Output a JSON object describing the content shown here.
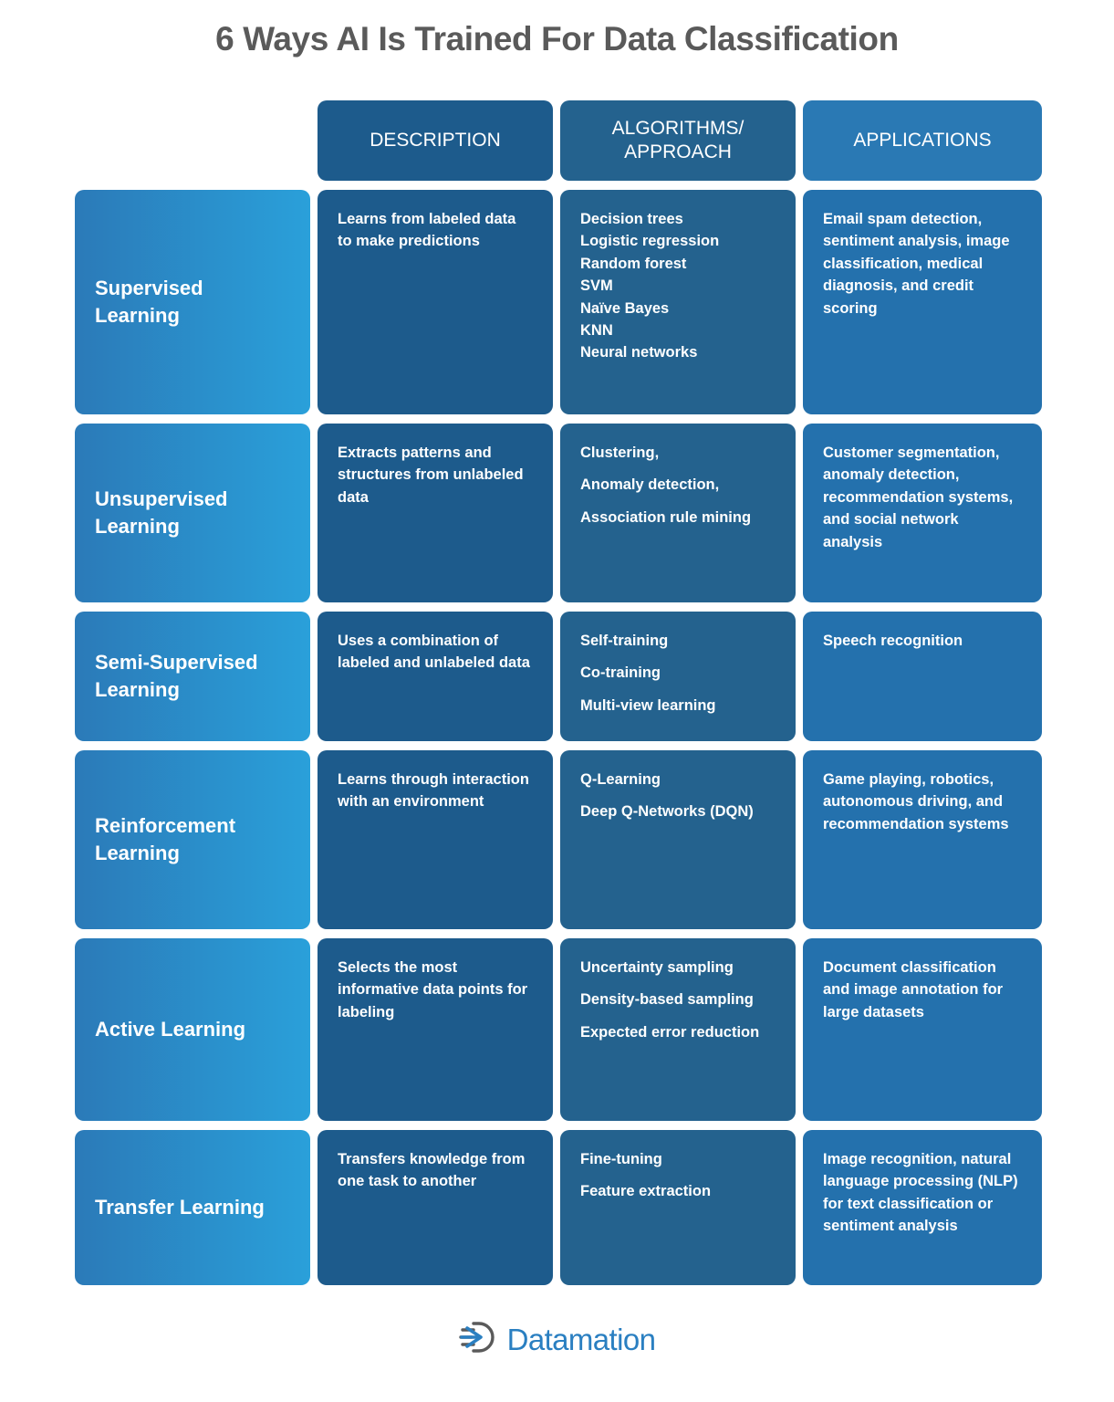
{
  "title": "6 Ways AI Is Trained For Data Classification",
  "colors": {
    "title_text": "#5a5a5a",
    "category_gradient_start": "#2b7ab8",
    "category_gradient_end": "#2aa0da",
    "description_bg": "#1d5b8c",
    "algorithms_bg": "#24628e",
    "applications_bg": "#2471ad",
    "page_bg": "#ffffff",
    "logo_blue": "#2a7fc1",
    "logo_gray": "#5a5a5a"
  },
  "headers": {
    "category": "",
    "description": "DESCRIPTION",
    "algorithms": "ALGORITHMS/\nAPPROACH",
    "algorithms_line1": "ALGORITHMS/",
    "algorithms_line2": "APPROACH",
    "applications": "APPLICATIONS"
  },
  "rows": [
    {
      "category": "Supervised Learning",
      "description": "Learns from labeled data to make predictions",
      "algorithms": [
        "Decision trees",
        "Logistic regression",
        "Random forest",
        "SVM",
        "Naïve Bayes",
        "KNN",
        "Neural networks"
      ],
      "applications": "Email spam detection, sentiment analysis, image classification, medical diagnosis, and credit scoring"
    },
    {
      "category": "Unsupervised Learning",
      "description": "Extracts patterns and structures from unlabeled data",
      "algorithms": [
        "Clustering,",
        "Anomaly detection,",
        "Association rule mining"
      ],
      "applications": "Customer segmentation, anomaly detection, recommendation systems, and social network analysis"
    },
    {
      "category": "Semi-Supervised Learning",
      "description": "Uses a combination of labeled and unlabeled data",
      "algorithms": [
        "Self-training",
        "Co-training",
        "Multi-view learning"
      ],
      "applications": "Speech recognition"
    },
    {
      "category": "Reinforcement Learning",
      "description": "Learns through interaction with an environment",
      "algorithms": [
        "Q-Learning",
        "Deep Q-Networks (DQN)"
      ],
      "applications": "Game playing, robotics, autonomous driving, and recommendation systems"
    },
    {
      "category": "Active Learning",
      "description": "Selects the most informative data points for labeling",
      "algorithms": [
        "Uncertainty sampling",
        "Density-based sampling",
        "Expected error reduction"
      ],
      "applications": "Document classification and image annotation for large datasets"
    },
    {
      "category": "Transfer Learning",
      "description": "Transfers knowledge from one task to another",
      "algorithms": [
        "Fine-tuning",
        "Feature extraction"
      ],
      "applications": "Image recognition, natural language processing (NLP) for text classification or sentiment analysis"
    }
  ],
  "footer": {
    "brand": "Datamation",
    "logo_icon": "datamation-d-logo-icon"
  }
}
